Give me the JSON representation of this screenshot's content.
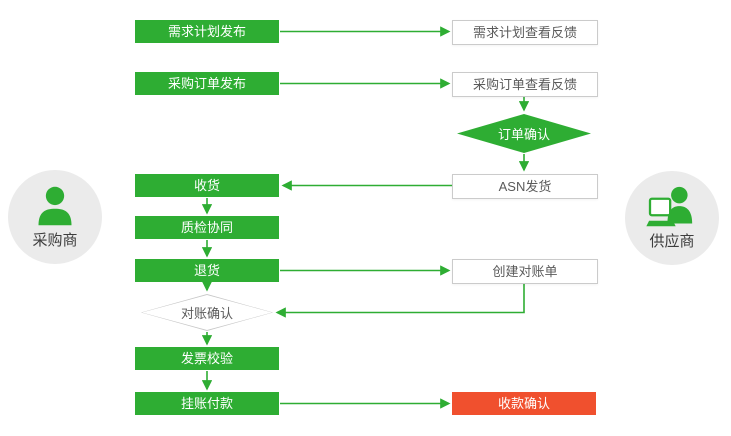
{
  "actors": {
    "buyer": {
      "label": "采购商"
    },
    "supplier": {
      "label": "供应商"
    }
  },
  "nodes": {
    "demand_plan_publish": "需求计划发布",
    "demand_plan_feedback": "需求计划查看反馈",
    "po_publish": "采购订单发布",
    "po_feedback": "采购订单查看反馈",
    "order_confirm": "订单确认",
    "asn_ship": "ASN发货",
    "receive": "收货",
    "quality_collab": "质检协同",
    "return_goods": "退货",
    "create_statement": "创建对账单",
    "reconcile_confirm": "对账确认",
    "invoice_verify": "发票校验",
    "book_payment": "挂账付款",
    "receipt_confirm": "收款确认"
  },
  "colors": {
    "primary_green": "#2ead33",
    "alert_red": "#f0502e",
    "box_border": "#cbcbcb",
    "box_text_gray": "#5a5a5a",
    "actor_circle_bg": "#ebebeb",
    "actor_text": "#3d3d3d"
  }
}
